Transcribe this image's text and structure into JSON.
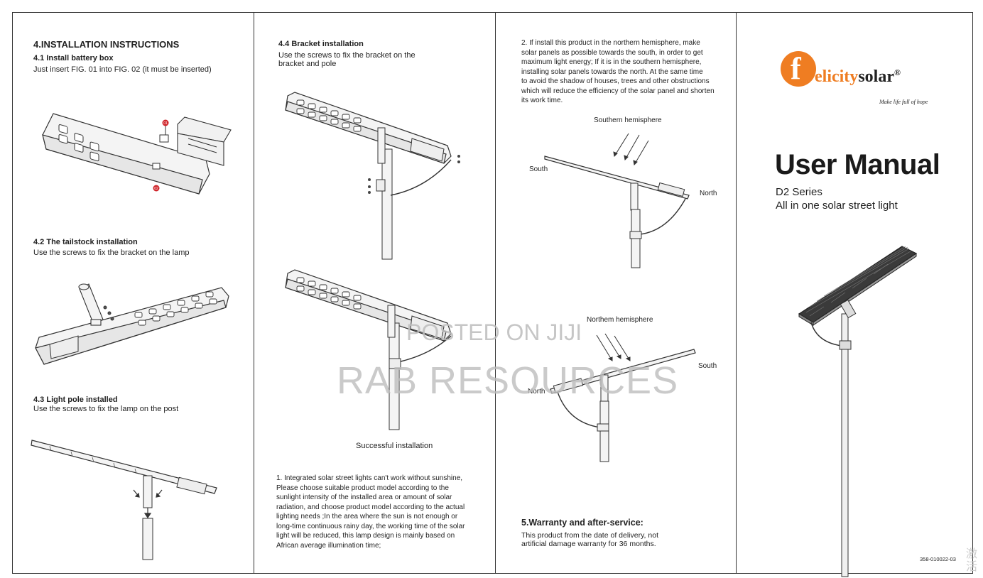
{
  "panel1": {
    "heading": "4.INSTALLATION INSTRUCTIONS",
    "s41_title": "4.1 Install battery box",
    "s41_text": "Just insert FIG. 01 into FIG. 02 (it must be inserted)",
    "fig01": "01",
    "fig02": "02",
    "s42_title": "4.2 The tailstock installation",
    "s42_text": "Use the screws to fix the bracket on the lamp",
    "s43_title": "4.3 Light pole installed",
    "s43_text": "Use the screws to fix the lamp on the post"
  },
  "panel2": {
    "s44_title": "4.4 Bracket installation",
    "s44_line1": "Use the screws to fix the bracket on the",
    "s44_line2": "bracket and pole",
    "caption": "Successful installation",
    "note_lines": [
      "1. Integrated solar street lights can't work without sunshine,",
      "Please  choose suitable product model according to the",
      "sunlight intensity of the installed area or amount of solar",
      "radiation, and choose product model according to the actual",
      "lighting needs ;In the area where the sun is not enough or",
      "long-time continuous rainy day, the working time of the solar",
      "light will be reduced, this lamp design is mainly based on",
      "African average illumination time;"
    ]
  },
  "panel3": {
    "note_lines": [
      "2. If install this product in the northern hemisphere, make",
      "solar panels as possible towards the south, in order to get",
      "maximum light energy; If it is in the southern hemisphere,",
      "installing solar panels towards the north. At the same time",
      "to avoid the shadow of houses, trees and other obstructions",
      "which will reduce the efficiency of the solar panel and shorten",
      "its work time."
    ],
    "south_hemi": "Southern hemisphere",
    "south_a": "South",
    "north_a": "North",
    "north_hemi": "Northem hemisphere",
    "south_b": "South",
    "north_b": "North",
    "warranty_title": "5.Warranty and after-service:",
    "warranty_line1": "This product from the date of delivery, not",
    "warranty_line2": "artificial damage warranty for 36 months."
  },
  "panel4": {
    "brand_f": "f",
    "brand_elicity": "elicity",
    "brand_solar": "solar",
    "brand_reg": "®",
    "slogan": "Make life full of hope",
    "title": "User Manual",
    "series": "D2 Series",
    "product": "All in one solar street light",
    "code": "358-010022-03"
  },
  "watermark": {
    "line1": "POSTED ON JIJI",
    "line2": "RAB RESOURCES",
    "side": "激 活"
  },
  "colors": {
    "brand_orange": "#ef7d22",
    "marker_red": "#d0262b"
  }
}
